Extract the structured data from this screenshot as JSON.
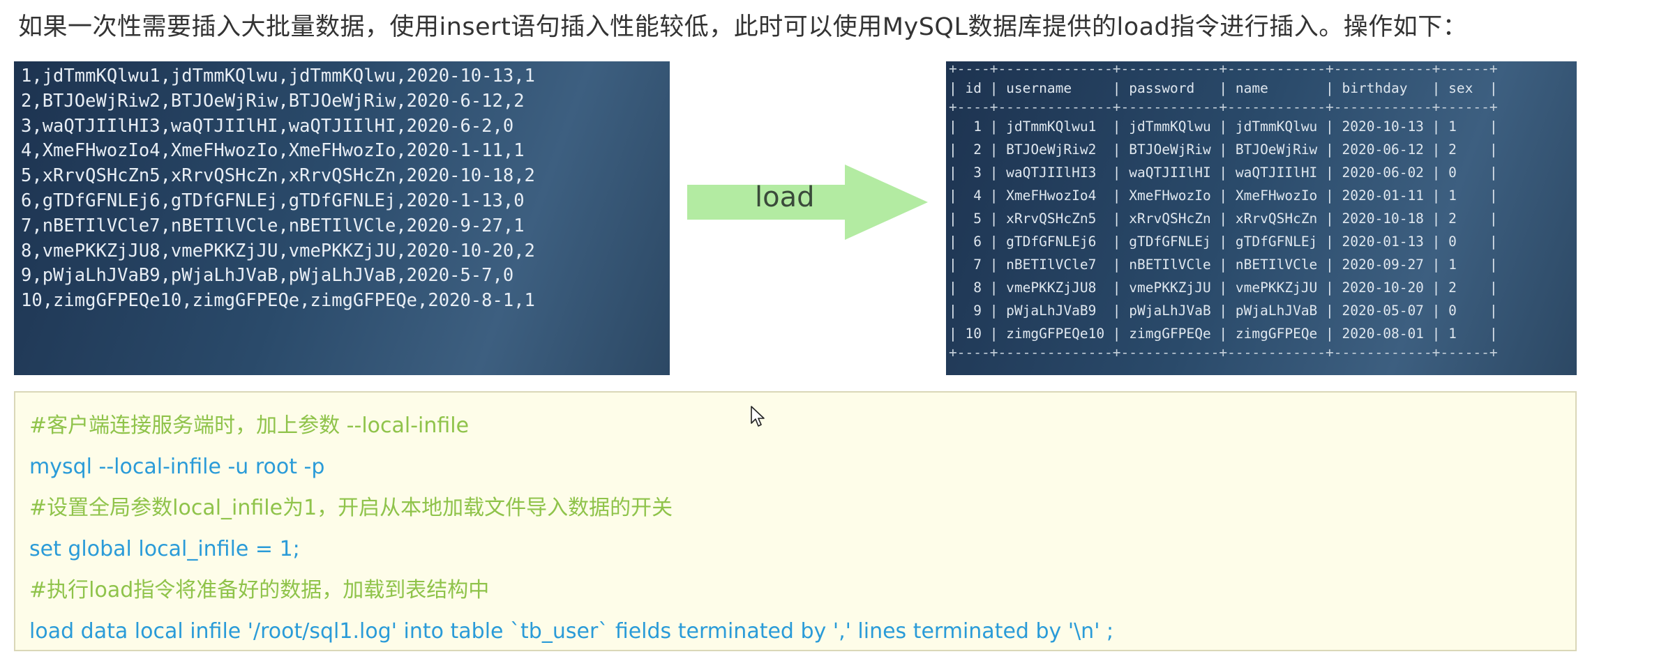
{
  "title": "如果一次性需要插入大批量数据，使用insert语句插入性能较低，此时可以使用MySQL数据库提供的load指令进行插入。操作如下：",
  "csv_lines": [
    "1,jdTmmKQlwu1,jdTmmKQlwu,jdTmmKQlwu,2020-10-13,1",
    "2,BTJOeWjRiw2,BTJOeWjRiw,BTJOeWjRiw,2020-6-12,2",
    "3,waQTJIIlHI3,waQTJIIlHI,waQTJIIlHI,2020-6-2,0",
    "4,XmeFHwozIo4,XmeFHwozIo,XmeFHwozIo,2020-1-11,1",
    "5,xRrvQSHcZn5,xRrvQSHcZn,xRrvQSHcZn,2020-10-18,2",
    "6,gTDfGFNLEj6,gTDfGFNLEj,gTDfGFNLEj,2020-1-13,0",
    "7,nBETIlVCle7,nBETIlVCle,nBETIlVCle,2020-9-27,1",
    "8,vmePKKZjJU8,vmePKKZjJU,vmePKKZjJU,2020-10-20,2",
    "9,pWjaLhJVaB9,pWjaLhJVaB,pWjaLhJVaB,2020-5-7,0",
    "10,zimgGFPEQe10,zimgGFPEQe,zimgGFPEQe,2020-8-1,1"
  ],
  "arrow": {
    "label": "load",
    "color": "#b3eba2"
  },
  "db_table": {
    "separator": "+----+--------------+------------+------------+------------+------+",
    "header": "| id | username     | password   | name       | birthday   | sex  |",
    "rows": [
      "|  1 | jdTmmKQlwu1  | jdTmmKQlwu | jdTmmKQlwu | 2020-10-13 | 1    |",
      "|  2 | BTJOeWjRiw2  | BTJOeWjRiw | BTJOeWjRiw | 2020-06-12 | 2    |",
      "|  3 | waQTJIIlHI3  | waQTJIIlHI | waQTJIIlHI | 2020-06-02 | 0    |",
      "|  4 | XmeFHwozIo4  | XmeFHwozIo | XmeFHwozIo | 2020-01-11 | 1    |",
      "|  5 | xRrvQSHcZn5  | xRrvQSHcZn | xRrvQSHcZn | 2020-10-18 | 2    |",
      "|  6 | gTDfGFNLEj6  | gTDfGFNLEj | gTDfGFNLEj | 2020-01-13 | 0    |",
      "|  7 | nBETIlVCle7  | nBETIlVCle | nBETIlVCle | 2020-09-27 | 1    |",
      "|  8 | vmePKKZjJU8  | vmePKKZjJU | vmePKKZjJU | 2020-10-20 | 2    |",
      "|  9 | pWjaLhJVaB9  | pWjaLhJVaB | pWjaLhJVaB | 2020-05-07 | 0    |",
      "| 10 | zimgGFPEQe10 | zimgGFPEQe | zimgGFPEQe | 2020-08-01 | 1    |"
    ]
  },
  "code": {
    "comment1": "#客户端连接服务端时，加上参数 --local-infile",
    "cmd1": "mysql --local-infile -u root -p",
    "comment2": "#设置全局参数local_infile为1，开启从本地加载文件导入数据的开关",
    "cmd2": "set global local_infile = 1;",
    "comment3": "#执行load指令将准备好的数据，加载到表结构中",
    "cmd3": "load data local infile '/root/sql1.log' into table `tb_user` fields terminated by ',' lines terminated by '\\n' ;"
  },
  "colors": {
    "comment": "#8fc34a",
    "command": "#2a9bd8",
    "code_bg": "#fefde9"
  }
}
